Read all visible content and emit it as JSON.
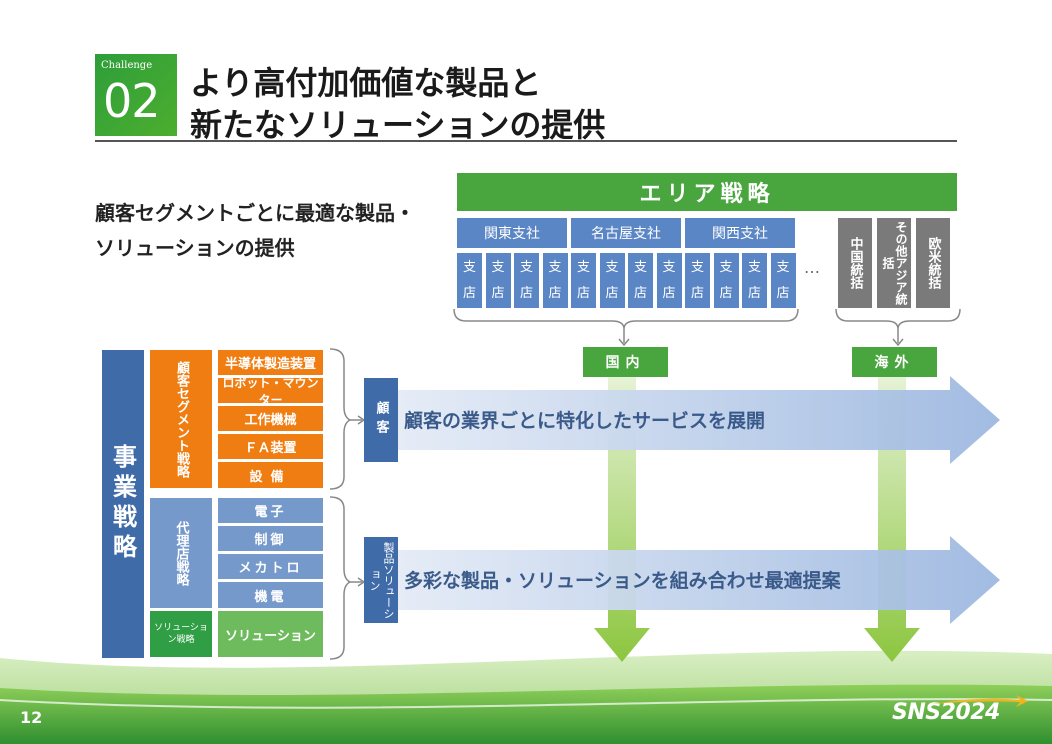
{
  "header": {
    "challenge_label": "Challenge",
    "challenge_number": "02",
    "title_line1": "より高付加価値な製品と",
    "title_line2": "新たなソリューションの提供"
  },
  "lead": {
    "line1": "顧客セグメントごとに最適な製品・",
    "line2": "ソリューションの提供"
  },
  "area": {
    "title": "エリア戦略",
    "branches": [
      "関東支社",
      "名古屋支社",
      "関西支社"
    ],
    "shiten_label": "支店",
    "dots": "…",
    "regions": [
      "中国統括",
      "その他アジア統括",
      "欧米統括"
    ],
    "domestic": "国内",
    "overseas": "海外"
  },
  "business": {
    "title": "事業戦略",
    "customer_segment_strategy": "顧客セグメント戦略",
    "segments": [
      "半導体製造装置",
      "ロボット・マウンター",
      "工作機械",
      "ＦＡ装置",
      "設備"
    ],
    "agency_strategy": "代理店戦略",
    "agency_items": [
      "電子",
      "制御",
      "メカトロ",
      "機電"
    ],
    "solution_strategy": "ソリューション戦略",
    "solution_item": "ソリューション"
  },
  "bands": {
    "customer_tag": "顧客",
    "customer_text": "顧客の業界ごとに特化したサービスを展開",
    "product_tag": "製品ソリューション",
    "product_text": "多彩な製品・ソリューションを組み合わせ最適提案"
  },
  "footer": {
    "page_number": "12",
    "logo_text": "SNS",
    "logo_year": "2024"
  }
}
